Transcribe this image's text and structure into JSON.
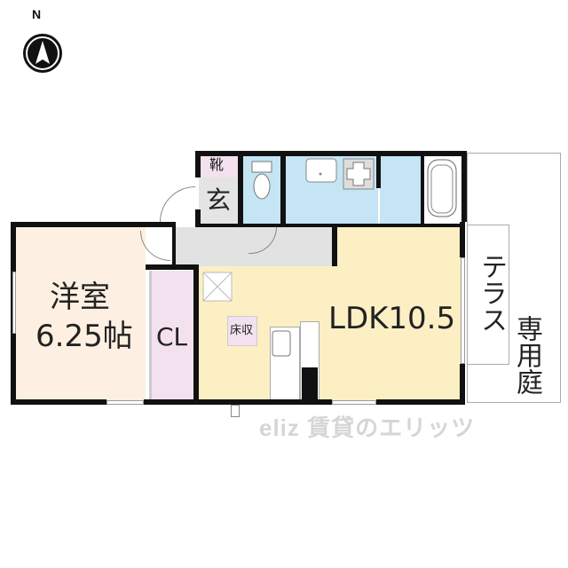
{
  "compass": {
    "label": "N"
  },
  "rooms": {
    "western_room": {
      "name": "洋室",
      "size": "6.25帖",
      "color": "#fdf0e2"
    },
    "closet": {
      "name": "CL",
      "color": "#f3e1ef"
    },
    "ldk": {
      "name": "LDK10.5",
      "color": "#fdefc4"
    },
    "floor_storage": {
      "name": "床収",
      "color": "#f3e1ef"
    },
    "entrance": {
      "name": "玄",
      "color": "#e4e4e4"
    },
    "shoe_box": {
      "name": "靴",
      "color": "#f3e1ef"
    },
    "terrace": {
      "name": "テラス"
    },
    "private_garden": {
      "name": "専用庭"
    },
    "bathroom_color": "#c5e5f5",
    "hallway_color": "#e2e2e2"
  },
  "watermark": {
    "text": "eliz 賃貸のエリッツ"
  }
}
